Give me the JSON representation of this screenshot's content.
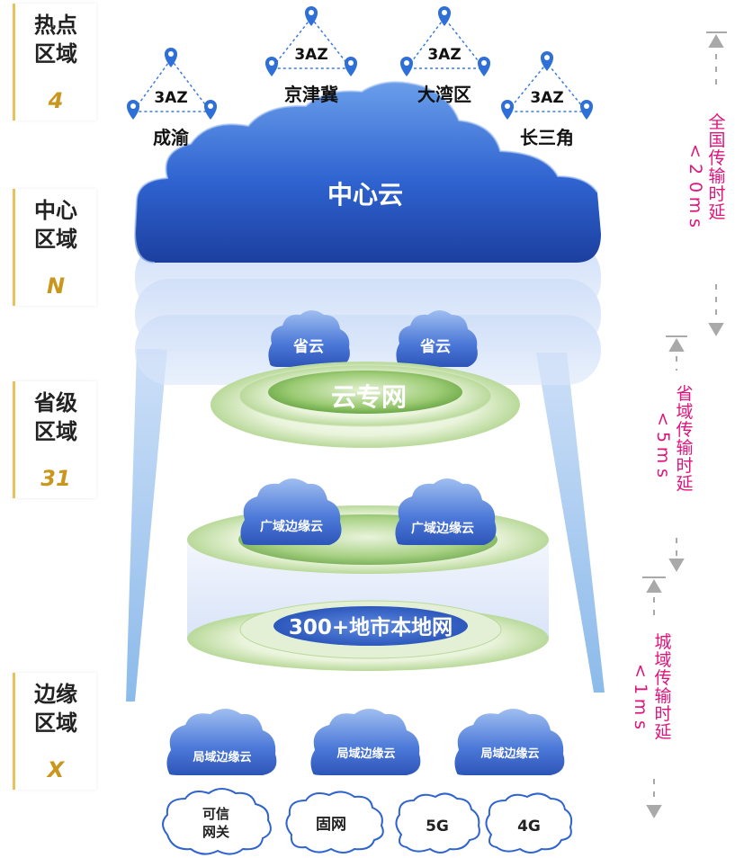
{
  "regions": [
    {
      "name": "热点\n区域",
      "count": "4"
    },
    {
      "name": "中心\n区域",
      "count": "N"
    },
    {
      "name": "省级\n区域",
      "count": "31"
    },
    {
      "name": "边缘\n区域",
      "count": "X"
    }
  ],
  "hotspots": [
    {
      "label": "成渝",
      "az": "3AZ"
    },
    {
      "label": "京津冀",
      "az": "3AZ"
    },
    {
      "label": "大湾区",
      "az": "3AZ"
    },
    {
      "label": "长三角",
      "az": "3AZ"
    }
  ],
  "center_cloud": "中心云",
  "province_clouds": [
    "省云",
    "省云"
  ],
  "cloud_network": "云专网",
  "wide_edge_clouds": [
    "广域边缘云",
    "广域边缘云"
  ],
  "metro_network": "300+地市本地网",
  "local_edge_clouds": [
    "局域边缘云",
    "局域边缘云",
    "局域边缘云"
  ],
  "access": [
    "可信\n网关",
    "固网",
    "5G",
    "4G"
  ],
  "latency": [
    {
      "scope": "全国传输时延",
      "value": "<20ms"
    },
    {
      "scope": "省域传输时延",
      "value": "<5ms"
    },
    {
      "scope": "城域传输时延",
      "value": "<1ms"
    }
  ]
}
